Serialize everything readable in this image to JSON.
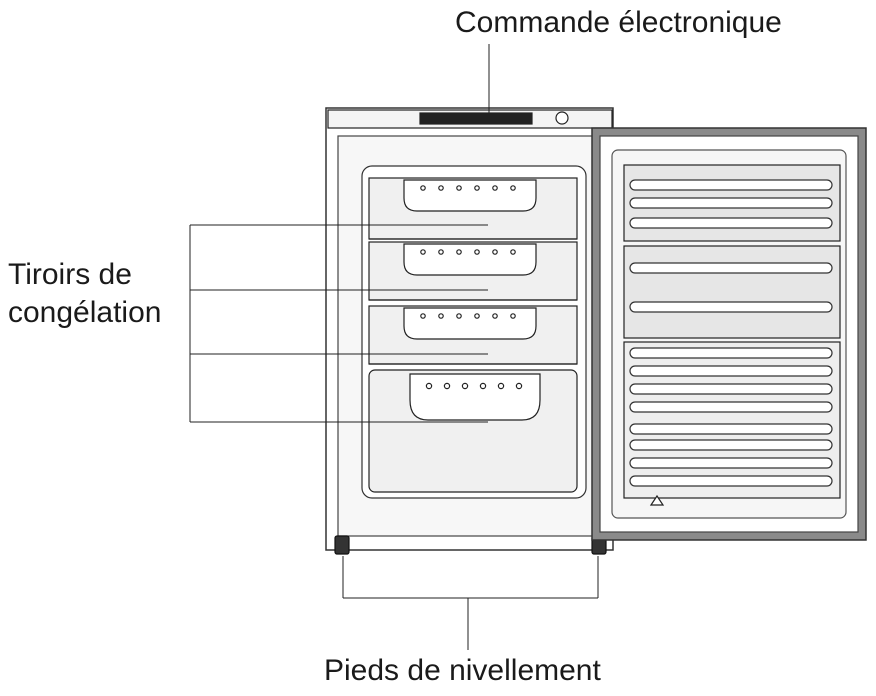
{
  "labels": {
    "control": "Commande électronique",
    "drawers_line1": "Tiroirs de",
    "drawers_line2": "congélation",
    "feet": "Pieds de nivellement"
  },
  "colors": {
    "line": "#222222",
    "panel": "#f2f2f2",
    "shelf": "#e9e9e9",
    "door_frame": "#555555"
  }
}
